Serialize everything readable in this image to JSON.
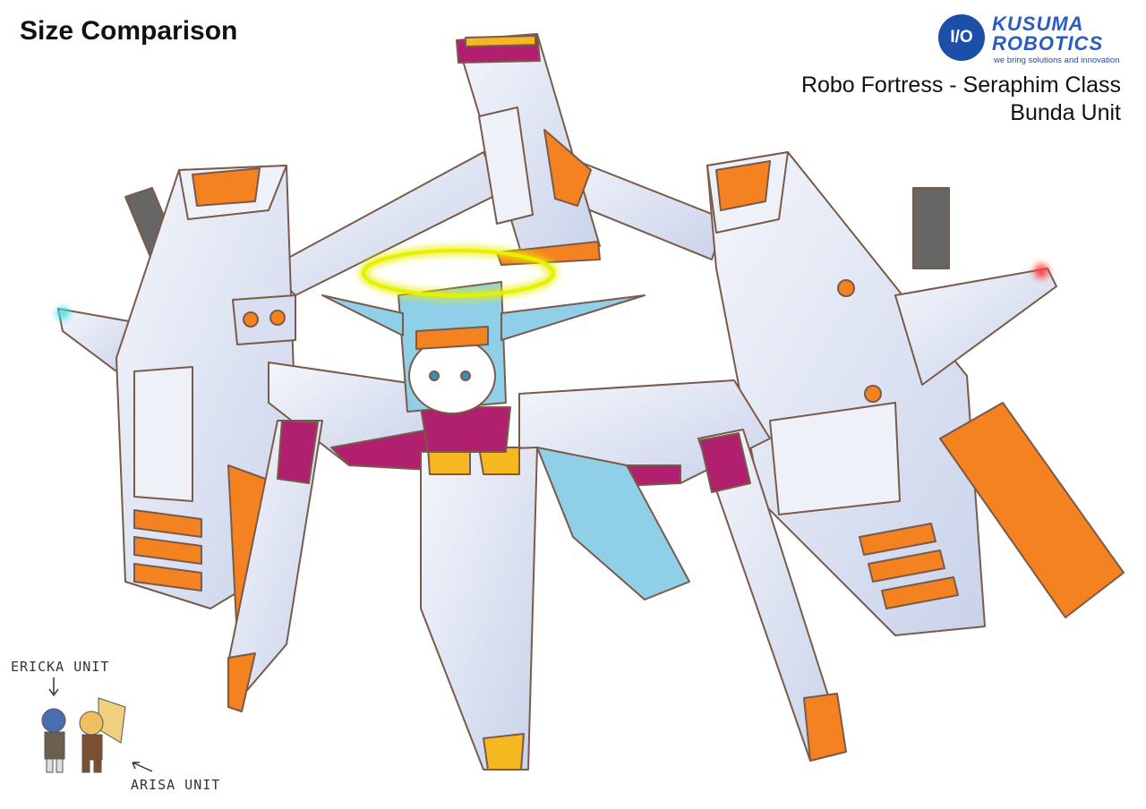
{
  "header": {
    "title": "Size Comparison",
    "subtitle_line1": "Robo Fortress - Seraphim Class",
    "subtitle_line2": "Bunda Unit"
  },
  "logo": {
    "mark": "I/O",
    "line1": "KUSUMA",
    "line2": "ROBOTICS",
    "tagline": "we bring solutions and innovation"
  },
  "comparison_labels": {
    "ericka": "ERICKA UNIT",
    "arisa": "ARISA UNIT"
  },
  "colors": {
    "hull": "#d9dff0",
    "hull_light": "#eef1f8",
    "outline": "#7a5a4a",
    "orange": "#f58220",
    "magenta": "#b0206e",
    "cyan": "#8fd0e8",
    "halo": "#e6f000",
    "logo_blue": "#1b4fa8"
  }
}
